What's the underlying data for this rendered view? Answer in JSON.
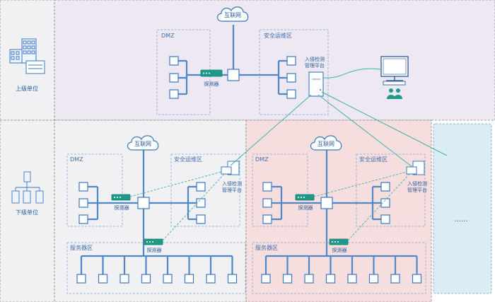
{
  "left_column": {
    "upper_label": "上级单位",
    "lower_label": "下级单位"
  },
  "upper": {
    "internet": "互联网",
    "dmz": "DMZ",
    "security_ops": "安全运维区",
    "probe": "探测器",
    "platform_line1": "入侵检测",
    "platform_line2": "管理平台"
  },
  "branches": [
    {
      "internet": "互联网",
      "dmz": "DMZ",
      "security_ops": "安全运维区",
      "probe_dmz": "探测器",
      "probe_server": "探测器",
      "platform_line1": "入侵检测",
      "platform_line2": "管理平台",
      "server_zone": "服务器区"
    },
    {
      "internet": "互联网",
      "dmz": "DMZ",
      "security_ops": "安全运维区",
      "probe_dmz": "探测器",
      "probe_server": "探测器",
      "platform_line1": "入侵检测",
      "platform_line2": "管理平台",
      "server_zone": "服务器区"
    }
  ],
  "more": "......",
  "colors": {
    "line": "#4f88c6",
    "node_stroke": "#3b78c0",
    "probe": "#1e9a8a",
    "teal_link": "#3ab3a6",
    "upper_bg": "#ede8f1",
    "left_bg": "#f1f1f3",
    "branch1_bg": "#f1f1f3",
    "branch2_bg": "#f6dede",
    "more_bg": "#dcecf4"
  }
}
